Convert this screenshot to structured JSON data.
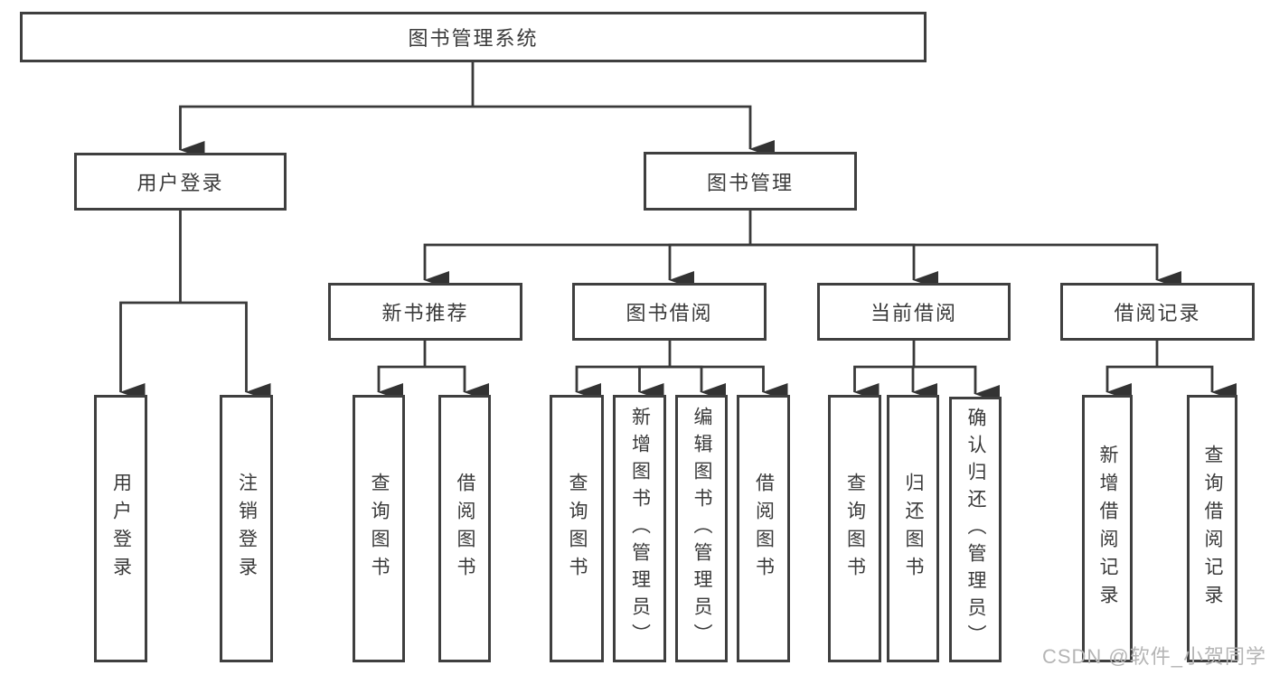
{
  "tree": {
    "root": {
      "label": "图书管理系统",
      "children": [
        {
          "label": "用户登录",
          "children": [
            {
              "label": "用户登录"
            },
            {
              "label": "注销登录"
            }
          ]
        },
        {
          "label": "图书管理",
          "children": [
            {
              "label": "新书推荐",
              "children": [
                {
                  "label": "查询图书"
                },
                {
                  "label": "借阅图书"
                }
              ]
            },
            {
              "label": "图书借阅",
              "children": [
                {
                  "label": "查询图书"
                },
                {
                  "label": "新增图书（管理员）"
                },
                {
                  "label": "编辑图书（管理员）"
                },
                {
                  "label": "借阅图书"
                }
              ]
            },
            {
              "label": "当前借阅",
              "children": [
                {
                  "label": "查询图书"
                },
                {
                  "label": "归还图书"
                },
                {
                  "label": "确认归还（管理员）"
                }
              ]
            },
            {
              "label": "借阅记录",
              "children": [
                {
                  "label": "新增借阅记录"
                },
                {
                  "label": "查询借阅记录"
                }
              ]
            }
          ]
        }
      ]
    }
  },
  "watermark": {
    "text": "CSDN @软件_小贺同学"
  },
  "colors": {
    "line": "#3a3a3a",
    "box_border": "#3f3f3f",
    "text": "#3a3a3a",
    "watermark": "#b5b5b5"
  }
}
